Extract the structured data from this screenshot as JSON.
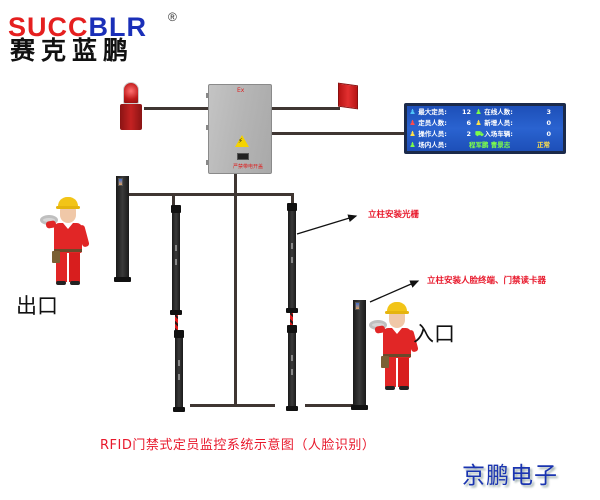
{
  "logo": {
    "en_part1": "SUCC",
    "en_part2": "BLR",
    "registered": "®",
    "cn": "赛克蓝鹏"
  },
  "devices": {
    "control_box_label": "Ex",
    "control_box_sublabel": "严禁带电开盖",
    "beacon": "alarm-beacon",
    "siren": "audible-alarm-horn"
  },
  "display": {
    "rows": [
      {
        "left_icon": "person-icon",
        "left_icon_color": "#4fc3f7",
        "left_label": "最大定员:",
        "left_value": "12",
        "right_icon": "person-icon",
        "right_icon_color": "#7cfc4a",
        "right_label": "在线人数:",
        "right_value": "3"
      },
      {
        "left_icon": "person-icon",
        "left_icon_color": "#ff4a4a",
        "left_label": "定员人数:",
        "left_value": "6",
        "right_icon": "person-icon",
        "right_icon_color": "#ffe14a",
        "right_label": "新增人员:",
        "right_value": "0"
      },
      {
        "left_icon": "person-icon",
        "left_icon_color": "#ffe14a",
        "left_label": "操作人员:",
        "left_value": "2",
        "right_icon": "vehicle-icon",
        "right_icon_color": "#7cfc4a",
        "right_label": "入场车辆:",
        "right_value": "0"
      },
      {
        "left_icon": "person-icon",
        "left_icon_color": "#7cfc4a",
        "left_label": "场内人员:",
        "names": "程军鹏  曹景志",
        "status": "正常"
      }
    ],
    "colors": {
      "background": "#2a63d0",
      "names": "#7cfc4a",
      "status": "#ffe14a"
    }
  },
  "callouts": {
    "light_curtain": "立柱安装光栅",
    "face_terminal": "立柱安装人脸终端、门禁读卡器"
  },
  "labels": {
    "exit": "出口",
    "entry": "入口"
  },
  "caption": "RFID门禁式定员监控系统示意图（人脸识别）",
  "brand": "京鹏电子",
  "colors": {
    "logo_red": "#e51f1f",
    "logo_blue": "#1a2fb8",
    "callout_red": "#e8192c",
    "brand_blue": "#1a34b0",
    "wire": "#3f3632"
  }
}
